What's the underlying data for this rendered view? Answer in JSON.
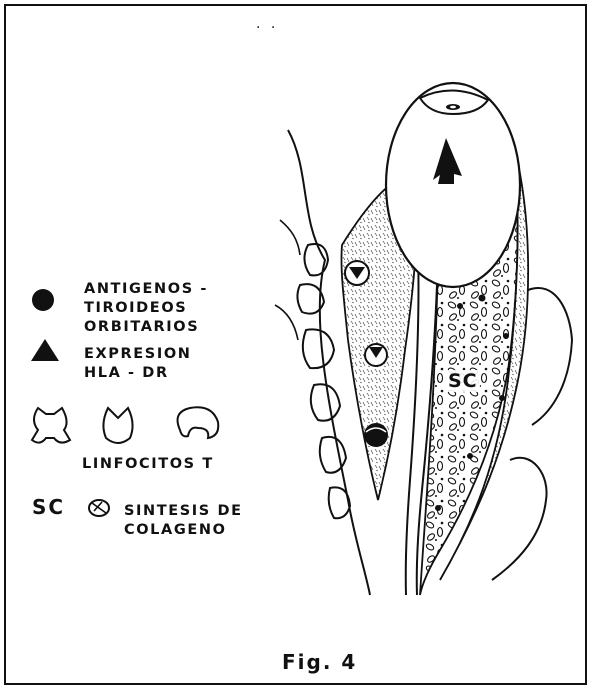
{
  "top_marks": "· ·",
  "legend": {
    "antigens_label": "ANTIGENOS -\nTIROIDEOS\nORBITARIOS",
    "hla_label": "EXPRESION\nHLA - DR",
    "lymphocytes_label": "LINFOCITOS T",
    "collagen_abbr": "SC",
    "collagen_label": "SINTESIS DE\nCOLAGENO"
  },
  "diagram": {
    "sc_label": "SC"
  },
  "caption": "Fig. 4"
}
